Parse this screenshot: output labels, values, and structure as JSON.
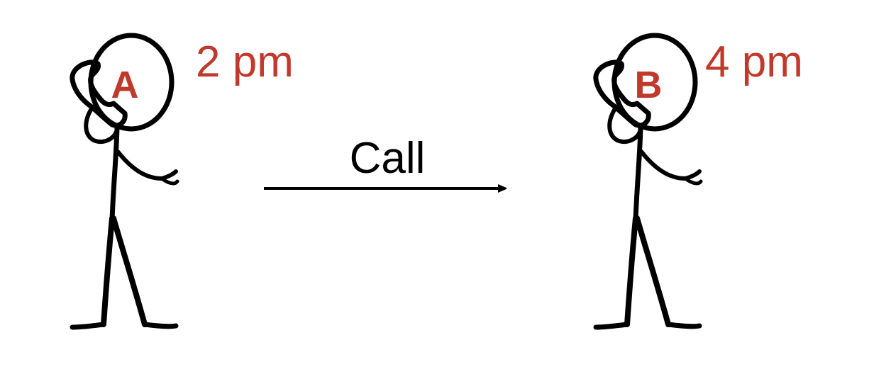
{
  "colors": {
    "accent": "#c0392b",
    "ink": "#000000",
    "background": "#ffffff"
  },
  "caller": {
    "letter": "A",
    "time": "2 pm"
  },
  "callee": {
    "letter": "B",
    "time": "4 pm"
  },
  "call": {
    "label": "Call"
  }
}
